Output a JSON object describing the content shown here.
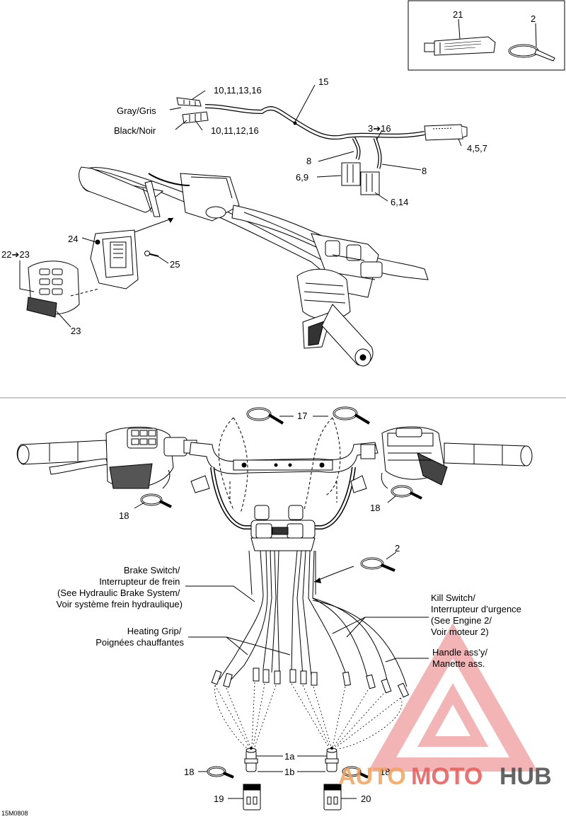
{
  "figure_code": "15M0808",
  "callouts": {
    "c21": "21",
    "c2_top": "2",
    "c15": "15",
    "gray_refs": "10,11,13,16",
    "gray_label": "Gray/Gris",
    "black_refs": "10,11,12,16",
    "black_label": "Black/Noir",
    "c3_16": "3➔16",
    "c457": "4,5,7",
    "c8_left": "8",
    "c8_right": "8",
    "c69": "6,9",
    "c614": "6,14",
    "c24": "24",
    "c22_23": "22➔23",
    "c25": "25",
    "c23": "23",
    "c17": "17",
    "c18_left": "18",
    "c18_right": "18",
    "c2_mid": "2",
    "c1a": "1a",
    "c1b": "1b",
    "c18_bottom_left": "18",
    "c18_bottom_right": "18",
    "c19": "19",
    "c20": "20"
  },
  "notes": {
    "brake": [
      "Brake Switch/",
      "Interrupteur de frein",
      "(See Hydraulic Brake System/",
      "Voir système frein hydraulique)"
    ],
    "heating": [
      "Heating Grip/",
      "Poignées chauffantes"
    ],
    "kill": [
      "Kill Switch/",
      "Interrupteur d’urgence",
      "(See Engine 2/",
      "Voir moteur 2)"
    ],
    "handle": [
      "Handle ass’y/",
      "Manette ass."
    ]
  },
  "watermark": {
    "text_a": "AUTO",
    "text_b": "MOTO",
    "text_c": "HUB",
    "color_a": "#f4a259",
    "color_b": "#e85a5a",
    "color_c": "#4a4a4a"
  },
  "colors": {
    "line": "#000000",
    "part_fill": "#ffffff",
    "dark": "#222222"
  }
}
